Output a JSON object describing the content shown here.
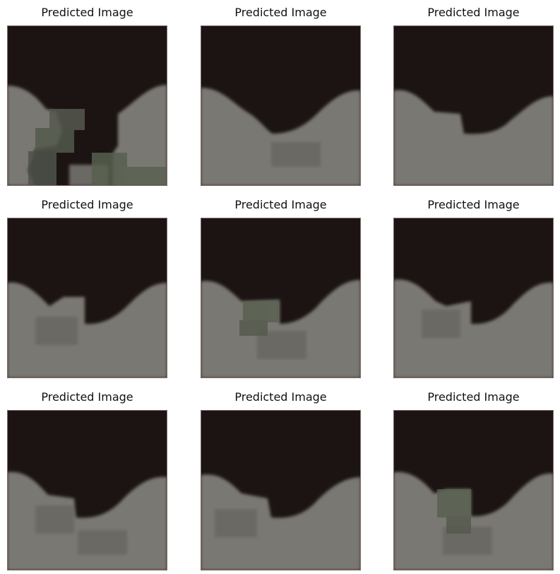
{
  "colors": {
    "background": "#1b1412",
    "foreground": "#7a7872",
    "foreground_dark": "#6a6963",
    "artifact": "#56594f",
    "edge": "#806a6a"
  },
  "panels": [
    {
      "title": "Predicted Image"
    },
    {
      "title": "Predicted Image"
    },
    {
      "title": "Predicted Image"
    },
    {
      "title": "Predicted Image"
    },
    {
      "title": "Predicted Image"
    },
    {
      "title": "Predicted Image"
    },
    {
      "title": "Predicted Image"
    },
    {
      "title": "Predicted Image"
    },
    {
      "title": "Predicted Image"
    }
  ]
}
